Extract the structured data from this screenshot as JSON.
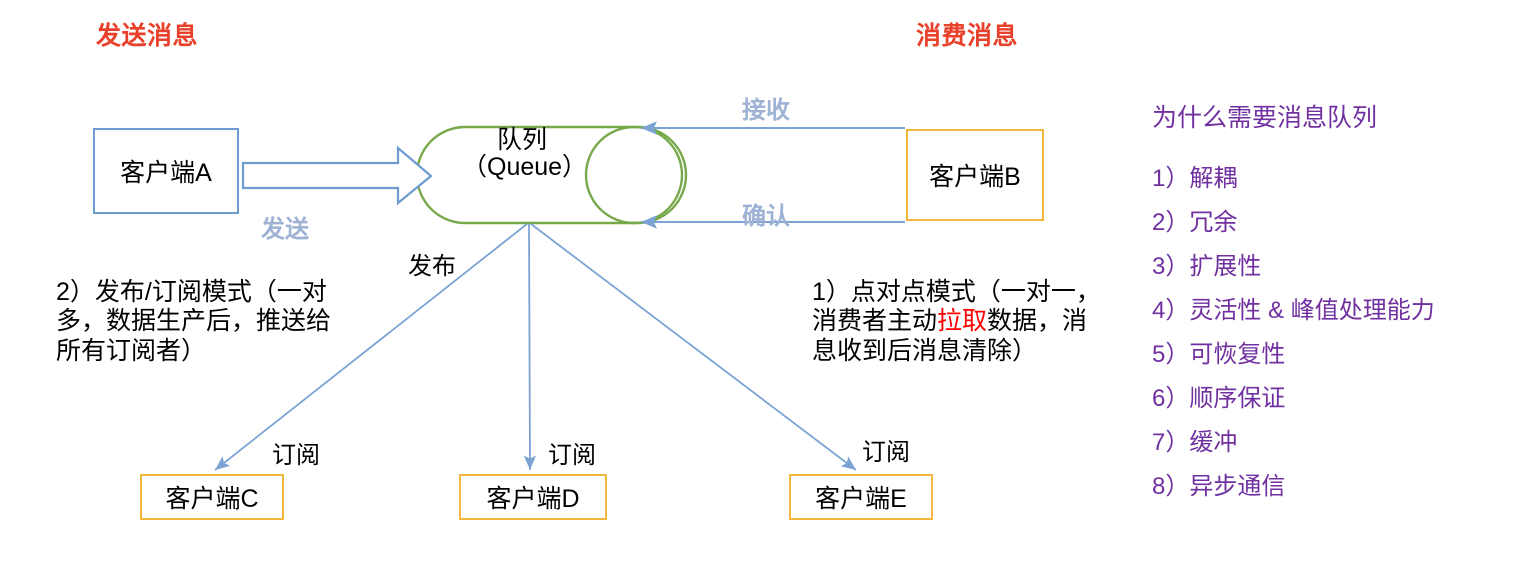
{
  "headings": {
    "send": "发送消息",
    "consume": "消费消息"
  },
  "nodes": {
    "client_a": "客户端A",
    "client_b": "客户端B",
    "client_c": "客户端C",
    "client_d": "客户端D",
    "client_e": "客户端E",
    "queue": "队列\n（Queue）"
  },
  "edges": {
    "send": "发送",
    "receive": "接收",
    "ack": "确认",
    "publish": "发布",
    "subscribe_c": "订阅",
    "subscribe_d": "订阅",
    "subscribe_e": "订阅"
  },
  "notes": {
    "pubsub": "2）发布/订阅模式（一对多，数据生产后，推送给所有订阅者）",
    "p2p_before": "1）点对点模式（一对一，消费者主动",
    "p2p_highlight": "拉取",
    "p2p_after": "数据，消息收到后消息清除）"
  },
  "panel": {
    "title": "为什么需要消息队列",
    "items": [
      "1）解耦",
      "2）冗余",
      "3）扩展性",
      "4）灵活性 & 峰值处理能力",
      "5）可恢复性",
      "6）顺序保证",
      "7）缓冲",
      "8）异步通信"
    ]
  },
  "colors": {
    "red": "#E8402A",
    "purple": "#7030A0",
    "blue_border": "#6E9BD1",
    "orange_border": "#F2B63C",
    "green_queue": "#77A94B",
    "arrow_blue": "#7BA4D4",
    "label_blue": "#9DB2D4",
    "highlight_red": "#FF0000"
  }
}
